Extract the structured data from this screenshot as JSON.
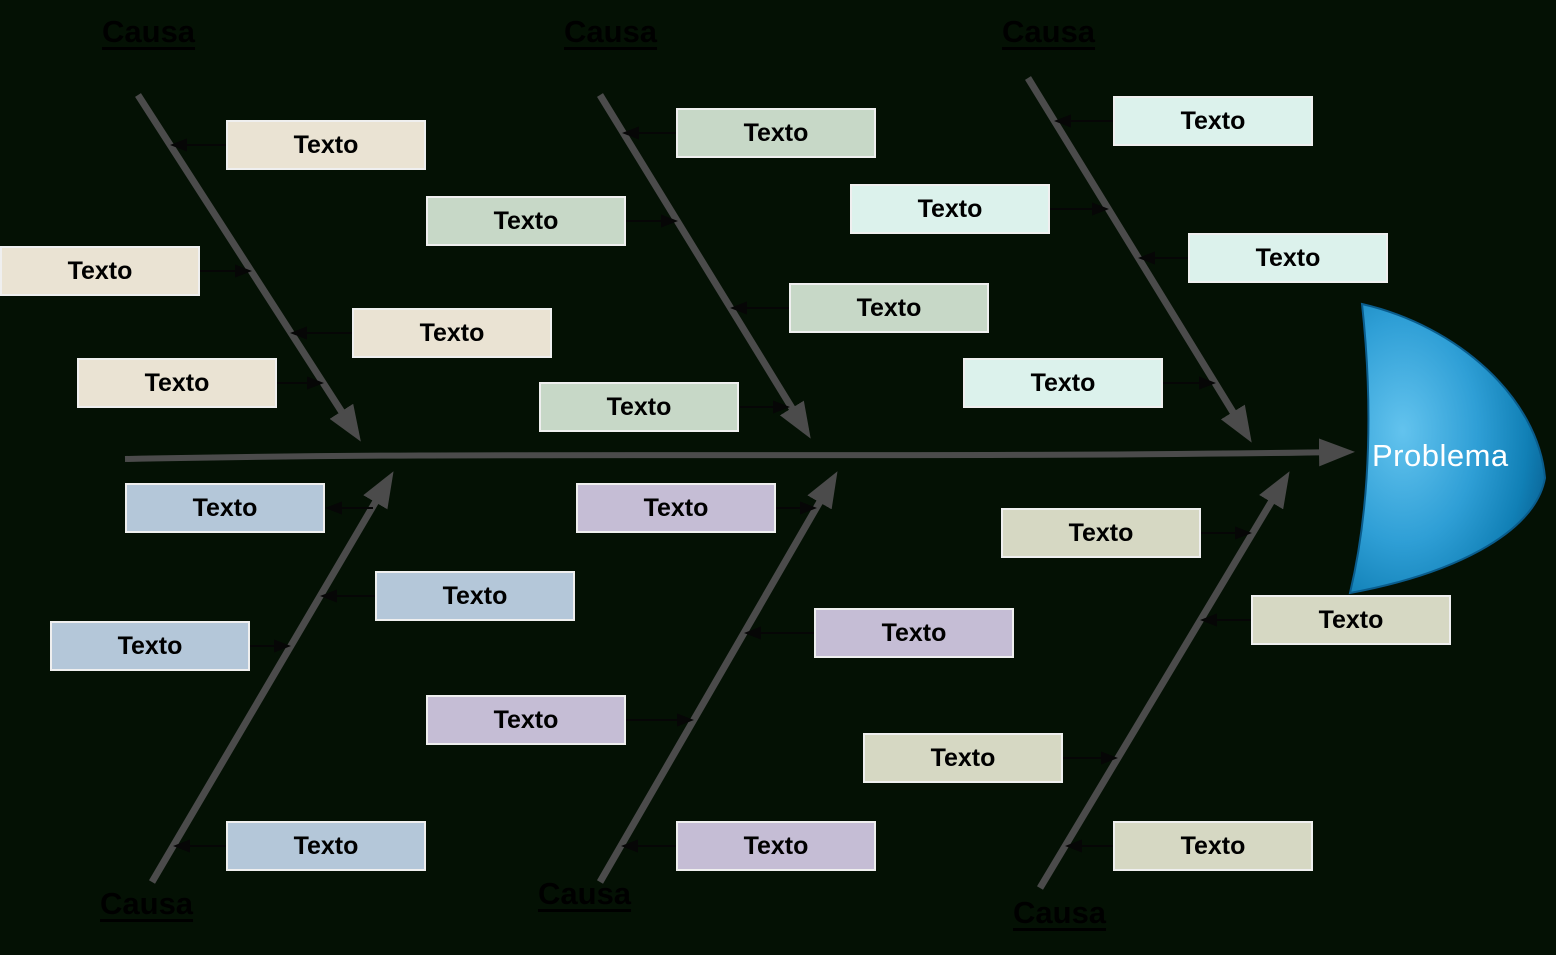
{
  "background_color": "#041104",
  "skeleton": {
    "bone_color": "#4b4b4b",
    "connector_color": "#060606",
    "box_border_color": "#efefef",
    "text_color": "#000000"
  },
  "head": {
    "label": "Problema",
    "text_color": "#ffffff",
    "outline_color": "#0a5c8c",
    "gradient": {
      "center": "#63c3ee",
      "inner": "#2f9fd6",
      "outer": "#1180b6",
      "edge": "#0a6496",
      "rim": "#085a88"
    }
  },
  "branches": [
    {
      "id": "top-left",
      "cause_label": "Causa",
      "box_color": "#eae3d3",
      "boxes": [
        "Texto",
        "Texto",
        "Texto",
        "Texto"
      ]
    },
    {
      "id": "top-middle",
      "cause_label": "Causa",
      "box_color": "#c7d8c7",
      "boxes": [
        "Texto",
        "Texto",
        "Texto",
        "Texto"
      ]
    },
    {
      "id": "top-right",
      "cause_label": "Causa",
      "box_color": "#dcf2ec",
      "boxes": [
        "Texto",
        "Texto",
        "Texto",
        "Texto"
      ]
    },
    {
      "id": "bottom-left",
      "cause_label": "Causa",
      "box_color": "#b4c7d9",
      "boxes": [
        "Texto",
        "Texto",
        "Texto",
        "Texto"
      ]
    },
    {
      "id": "bottom-middle",
      "cause_label": "Causa",
      "box_color": "#c5bdd5",
      "boxes": [
        "Texto",
        "Texto",
        "Texto",
        "Texto"
      ]
    },
    {
      "id": "bottom-right",
      "cause_label": "Causa",
      "box_color": "#d6d8c3",
      "boxes": [
        "Texto",
        "Texto",
        "Texto",
        "Texto"
      ]
    }
  ]
}
